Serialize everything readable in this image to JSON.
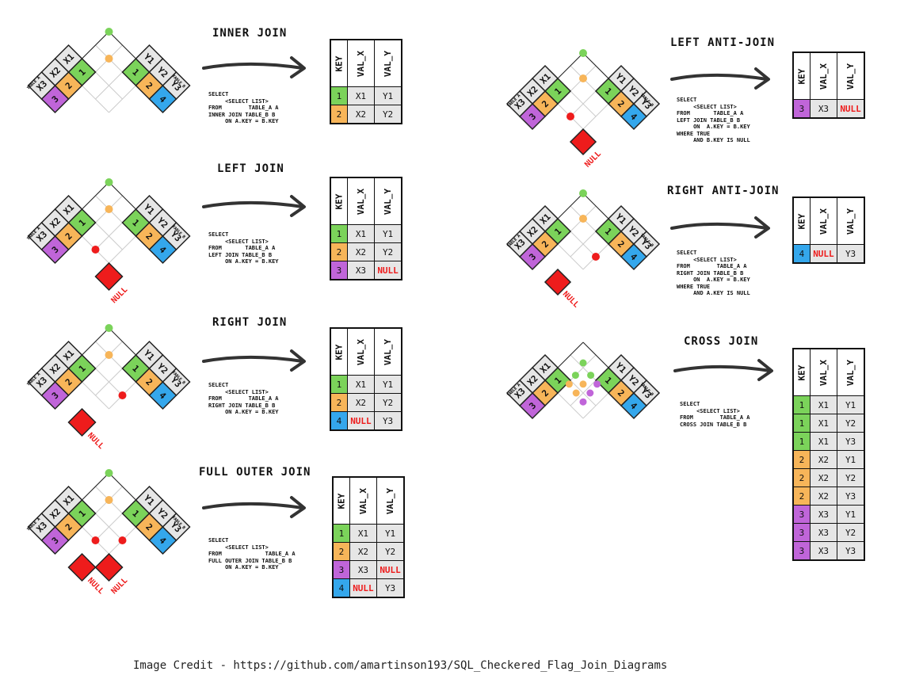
{
  "credit": "Image Credit - https://github.com/amartinson193/SQL_Checkered_Flag_Join_Diagrams",
  "colors": {
    "green": "#7bd35a",
    "orange": "#f7b559",
    "purple": "#c065d9",
    "blue": "#34a7ec",
    "red": "#ee1c1c",
    "gray": "#e6e6e6"
  },
  "labels": {
    "table_a": "TABLE A",
    "table_b": "TABLE B",
    "null": "NULL"
  },
  "columns": [
    "KEY",
    "VAL_X",
    "VAL_Y"
  ],
  "joins": [
    {
      "id": "inner",
      "title": "INNER JOIN",
      "sql": [
        "SELECT",
        "     <SELECT LIST>",
        "FROM        TABLE_A A",
        "INNER JOIN TABLE_B B",
        "     ON A.KEY = B.KEY"
      ],
      "rows": [
        [
          "1",
          "X1",
          "Y1"
        ],
        [
          "2",
          "X2",
          "Y2"
        ]
      ]
    },
    {
      "id": "left",
      "title": "LEFT JOIN",
      "sql": [
        "SELECT",
        "     <SELECT LIST>",
        "FROM       TABLE_A A",
        "LEFT JOIN TABLE_B B",
        "     ON A.KEY = B.KEY"
      ],
      "rows": [
        [
          "1",
          "X1",
          "Y1"
        ],
        [
          "2",
          "X2",
          "Y2"
        ],
        [
          "3",
          "X3",
          "NULL"
        ]
      ]
    },
    {
      "id": "right",
      "title": "RIGHT JOIN",
      "sql": [
        "SELECT",
        "     <SELECT LIST>",
        "FROM        TABLE_A A",
        "RIGHT JOIN TABLE_B B",
        "     ON A.KEY = B.KEY"
      ],
      "rows": [
        [
          "1",
          "X1",
          "Y1"
        ],
        [
          "2",
          "X2",
          "Y2"
        ],
        [
          "4",
          "NULL",
          "Y3"
        ]
      ]
    },
    {
      "id": "full",
      "title": "FULL OUTER JOIN",
      "sql": [
        "SELECT",
        "     <SELECT LIST>",
        "FROM             TABLE_A A",
        "FULL OUTER JOIN TABLE_B B",
        "     ON A.KEY = B.KEY"
      ],
      "rows": [
        [
          "1",
          "X1",
          "Y1"
        ],
        [
          "2",
          "X2",
          "Y2"
        ],
        [
          "3",
          "X3",
          "NULL"
        ],
        [
          "4",
          "NULL",
          "Y3"
        ]
      ]
    },
    {
      "id": "left_anti",
      "title": "LEFT ANTI-JOIN",
      "sql": [
        "SELECT",
        "     <SELECT LIST>",
        "FROM       TABLE_A A",
        "LEFT JOIN TABLE_B B",
        "     ON  A.KEY = B.KEY",
        "WHERE TRUE",
        "     AND B.KEY IS NULL"
      ],
      "rows": [
        [
          "3",
          "X3",
          "NULL"
        ]
      ]
    },
    {
      "id": "right_anti",
      "title": "RIGHT ANTI-JOIN",
      "sql": [
        "SELECT",
        "     <SELECT LIST>",
        "FROM        TABLE_A A",
        "RIGHT JOIN TABLE_B B",
        "     ON  A.KEY = B.KEY",
        "WHERE TRUE",
        "     AND A.KEY IS NULL"
      ],
      "rows": [
        [
          "4",
          "NULL",
          "Y3"
        ]
      ]
    },
    {
      "id": "cross",
      "title": "CROSS JOIN",
      "sql": [
        "SELECT",
        "     <SELECT LIST>",
        "FROM        TABLE_A A",
        "CROSS JOIN TABLE_B B"
      ],
      "rows": [
        [
          "1",
          "X1",
          "Y1"
        ],
        [
          "1",
          "X1",
          "Y2"
        ],
        [
          "1",
          "X1",
          "Y3"
        ],
        [
          "2",
          "X2",
          "Y1"
        ],
        [
          "2",
          "X2",
          "Y2"
        ],
        [
          "2",
          "X2",
          "Y3"
        ],
        [
          "3",
          "X3",
          "Y1"
        ],
        [
          "3",
          "X3",
          "Y2"
        ],
        [
          "3",
          "X3",
          "Y3"
        ]
      ]
    }
  ],
  "diagram_cells": {
    "a_keys": [
      "1",
      "2",
      "3"
    ],
    "a_vals": [
      "X1",
      "X2",
      "X3"
    ],
    "b_keys": [
      "1",
      "2",
      "4"
    ],
    "b_vals": [
      "Y1",
      "Y2",
      "Y3"
    ]
  }
}
